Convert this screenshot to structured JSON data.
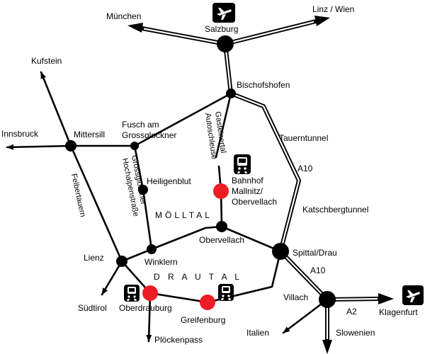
{
  "colors": {
    "ink": "#000000",
    "station": "#ee1c24",
    "background": "#ffffff"
  },
  "icons": {
    "airport": "airplane-icon",
    "train": "train-icon"
  },
  "places": {
    "muenchen": "München",
    "linz_wien": "Linz / Wien",
    "salzburg": "Salzburg",
    "kufstein": "Kufstein",
    "bischofshofen": "Bischofshofen",
    "innsbruck": "Innsbruck",
    "mittersill": "Mittersill",
    "fusch_line1": "Fusch am",
    "fusch_line2": "Grossglockner",
    "tauerntunnel": "Tauerntunnel",
    "heiligenblut": "Heiligenblut",
    "bahnhof_line1": "Bahnhof",
    "bahnhof_line2": "Mallnitz/",
    "bahnhof_line3": "Obervellach",
    "katschbergtunnel": "Katschbergtunnel",
    "obervellach": "Obervellach",
    "spittal": "Spittal/Drau",
    "lienz": "Lienz",
    "winklern": "Winklern",
    "villach": "Villach",
    "suedtirol": "Südtirol",
    "oberdrauburg": "Oberdrauburg",
    "greifenburg": "Greifenburg",
    "ploeckenpass": "Plöckenpass",
    "italien": "Italien",
    "slowenien": "Slowenien",
    "klagenfurt": "Klagenfurt"
  },
  "roads": {
    "a10_upper": "A10",
    "a10_lower": "A10",
    "a2": "A2",
    "felbertauern": "Felbertauern",
    "gasteinertal": "Gasteinertal",
    "autoschleuse": "Autoschleuse",
    "grossglockner": "Grossglockner",
    "hochalpenstrasse": "Hochalpenstraße"
  },
  "regions": {
    "moelltal": "MÖLLTAL",
    "drautal": "D R A U T A L"
  }
}
